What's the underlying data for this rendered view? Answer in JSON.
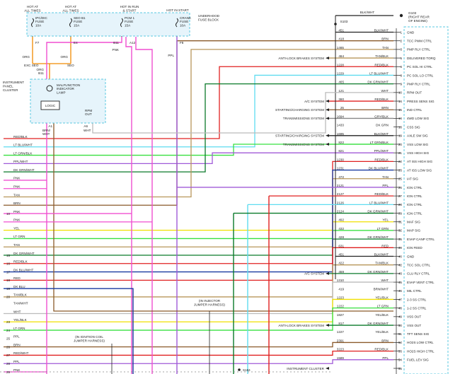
{
  "top_labels": {
    "hot1": "HOT AT\nALL TIMES",
    "hot2": "HOT AT\nALL TIMES",
    "hot3": "HOT IN RUN\n& START",
    "hot4": "HOT IN START",
    "fuse_block": "UNDERHOOD\nFUSE BLOCK",
    "fuse1": "IPC/DIC\nFUSE\n10A",
    "fuse2": "SEO B1\nFUSE\n15A",
    "fuse3": "PCM 1\nFUSE\n15A",
    "fuse4": "CRANK\nFUSE\n10A",
    "exc_seo": "EXC SEO",
    "seo": "SEO",
    "ground": "G103\n(RIGHT REAR\nOF ENGINE)",
    "s103": "S103",
    "blk_wht_top": "BLK/WHT"
  },
  "fuse_wires": {
    "f1": {
      "color": "ORG",
      "pin": "F7"
    },
    "f2": {
      "color": "ORG",
      "pin": "E4"
    },
    "f3a": {
      "color": "PNK",
      "pin": "B11"
    },
    "f3b": {
      "color": "PNK",
      "pin": "A12"
    },
    "f4": {
      "color": "PPL",
      "pin": "F8"
    },
    "org_b11": "ORG\nB11"
  },
  "cluster": {
    "title": "INSTRUMENT\nPANEL\nCLUSTER",
    "mil": "MALFUNCTION\nINDICATOR\nLAMP",
    "logic": "LOGIC",
    "rpm": "RPM\nOUT",
    "a1": "A1",
    "a6": "A6",
    "brn_wht": "BRN/\nWHT",
    "wht": "WHT"
  },
  "left_wires": [
    {
      "pin": "",
      "label": "RED/BLK"
    },
    {
      "pin": "",
      "label": "LT BLU/WHT"
    },
    {
      "pin": "",
      "label": "LT GRN/BLK"
    },
    {
      "pin": "",
      "label": "PPL/WHT"
    },
    {
      "pin": "",
      "label": "DK GRN/WHT"
    },
    {
      "pin": "",
      "label": "PNK"
    },
    {
      "pin": "",
      "label": "PNK"
    },
    {
      "pin": "",
      "label": "TAN"
    },
    {
      "pin": "",
      "label": "BRN"
    },
    {
      "pin": "10",
      "label": "PNK"
    },
    {
      "pin": "",
      "label": "PNK"
    },
    {
      "pin": "",
      "label": "YEL"
    },
    {
      "pin": "",
      "label": "LT GRN"
    },
    {
      "pin": "",
      "label": "TAN"
    },
    {
      "pin": "15",
      "label": "DK GRN/WHT"
    },
    {
      "pin": "16",
      "label": "RED/BLK"
    },
    {
      "pin": "17",
      "label": "DK BLU/WHT"
    },
    {
      "pin": "18",
      "label": "RED"
    },
    {
      "pin": "19",
      "label": "DK BLU"
    },
    {
      "pin": "20",
      "label": "TAN/BLK"
    },
    {
      "pin": "",
      "label": "TAN/WHT"
    },
    {
      "pin": "",
      "label": "WHT"
    },
    {
      "pin": "23",
      "label": "YEL/BLK"
    },
    {
      "pin": "24",
      "label": "LT GRN"
    },
    {
      "pin": "25",
      "label": "PPL"
    },
    {
      "pin": "26",
      "label": "BRN"
    },
    {
      "pin": "27",
      "label": "RED/WHT"
    },
    {
      "pin": "28",
      "label": "PPL"
    },
    {
      "pin": "29",
      "label": "PNK"
    }
  ],
  "right_rows": [
    {
      "circuit": "451",
      "color": "BLK/WHT",
      "pin": "1",
      "func": "GND"
    },
    {
      "circuit": "418",
      "color": "BRN",
      "pin": "2",
      "func": "TCC PWM CTRL"
    },
    {
      "circuit": "1465",
      "color": "TAN",
      "pin": "3",
      "func": "PMP RLY CTRL"
    },
    {
      "circuit": "464",
      "color": "TAN/BLK",
      "pin": "5",
      "func": "DELIVERED TORQ"
    },
    {
      "circuit": "1228",
      "color": "RED/BLK",
      "pin": "6",
      "func": "PC SOL HI CTRL"
    },
    {
      "circuit": "1229",
      "color": "LT BLU/WHT",
      "pin": "8",
      "func": "PC SOL LO CTRL"
    },
    {
      "circuit": "465",
      "color": "DK GRN/WHT",
      "pin": "9",
      "func": "PMP RLY CTRL"
    },
    {
      "circuit": "121",
      "color": "WHT",
      "pin": "10",
      "func": "RPM OUT"
    },
    {
      "circuit": "380",
      "color": "RED/BLK",
      "pin": "14",
      "func": "PRESS SENS SIG"
    },
    {
      "circuit": "25",
      "color": "BRN",
      "pin": "15",
      "func": "IND CTRL"
    },
    {
      "circuit": "1694",
      "color": "GRY/BLK",
      "pin": "16",
      "func": "4WD LOW SIG"
    },
    {
      "circuit": "1433",
      "color": "DK GRN",
      "pin": "18",
      "func": "CSS SIG"
    },
    {
      "circuit": "1695",
      "color": "BLK/WHT",
      "pin": "19",
      "func": "AXLE SW SIG"
    },
    {
      "circuit": "822",
      "color": "LT GRN/BLK",
      "pin": "20",
      "func": "VSS LOW SIG"
    },
    {
      "circuit": "821",
      "color": "PPL/WHT",
      "pin": "21",
      "func": "VSS HIGH SIG"
    },
    {
      "circuit": "1230",
      "color": "RED/BLK",
      "pin": "22",
      "func": "AT ISS HIGH SIG"
    },
    {
      "circuit": "1231",
      "color": "DK BLU/WHT",
      "pin": "23",
      "func": "AT ISS LOW SIG"
    },
    {
      "circuit": "472",
      "color": "TAN",
      "pin": "25",
      "func": "IAT SIG"
    },
    {
      "circuit": "2121",
      "color": "PPL",
      "pin": "26",
      "func": "IGN CTRL"
    },
    {
      "circuit": "2127",
      "color": "RED/BLK",
      "pin": "27",
      "func": "IGN CTRL"
    },
    {
      "circuit": "2126",
      "color": "LT BLU/WHT",
      "pin": "28",
      "func": "IGN CTRL"
    },
    {
      "circuit": "2124",
      "color": "DK GRN/WHT",
      "pin": "29",
      "func": "IGN CTRL"
    },
    {
      "circuit": "492",
      "color": "YEL",
      "pin": "31",
      "func": "MAF SIG"
    },
    {
      "circuit": "432",
      "color": "LT GRN",
      "pin": "32",
      "func": "MAP SIG"
    },
    {
      "circuit": "428",
      "color": "DK GRN/WHT",
      "pin": "35",
      "func": "EVAP CANP CTRL"
    },
    {
      "circuit": "631",
      "color": "RED",
      "pin": "39",
      "func": "IGN FEED"
    },
    {
      "circuit": "451",
      "color": "BLK/WHT",
      "pin": "40",
      "func": "GND"
    },
    {
      "circuit": "422",
      "color": "TAN/BLK",
      "pin": "42",
      "func": "TCC SOL CTRL"
    },
    {
      "circuit": "459",
      "color": "DK GRN/WHT",
      "pin": "43",
      "func": "CLU RLY CTRL"
    },
    {
      "circuit": "1310",
      "color": "WHT",
      "pin": "45",
      "func": "EVAP VENT CTRL"
    },
    {
      "circuit": "419",
      "color": "BRN/WHT",
      "pin": "46",
      "func": "MIL CTRL"
    },
    {
      "circuit": "1223",
      "color": "YEL/BLK",
      "pin": "47",
      "func": "2-3 SS CTRL"
    },
    {
      "circuit": "1222",
      "color": "LT GRN",
      "pin": "48",
      "func": "1-2 SS CTRL"
    },
    {
      "circuit": "1827",
      "color": "YEL/BLK",
      "pin": "49",
      "func": "VSS OUT"
    },
    {
      "circuit": "817",
      "color": "DK GRN/WHT",
      "pin": "50",
      "func": "VSS OUT"
    },
    {
      "circuit": "1227",
      "color": "YEL/BLK",
      "pin": "51",
      "func": "TFT SENS SIG"
    },
    {
      "circuit": "2391",
      "color": "BRN",
      "pin": "52",
      "func": "HO2S LOW CTRL"
    },
    {
      "circuit": "3223",
      "color": "RED/BLK",
      "pin": "53",
      "func": "HO2S HIGH CTRL"
    },
    {
      "circuit": "1589",
      "color": "PPL",
      "pin": "54",
      "func": "FUEL LEV SIG"
    },
    {
      "circuit": "",
      "color": "",
      "pin": "55",
      "func": ""
    }
  ],
  "system_labels": [
    {
      "label": "ANTI-LOCK BRAKES SYSTEM",
      "row": "464"
    },
    {
      "label": "A/C SYSTEM",
      "row": "380"
    },
    {
      "label": "STARTING/CHARGING SYSTEM",
      "row": "25"
    },
    {
      "label": "TRANSMISSIONS SYSTEM",
      "row": "1694"
    },
    {
      "label": "STARTING/CHARGING SYSTEM",
      "row": "1695"
    },
    {
      "label": "TRANSMISSIONS SYSTEM",
      "row": "822"
    },
    {
      "label": "A/C SYSTEM",
      "row": "459"
    },
    {
      "label": "ANTI-LOCK BRAKES SYSTEM",
      "row": "817"
    },
    {
      "label": "INSTRUMENT CLUSTER",
      "row": "pin55"
    }
  ],
  "harness_labels": {
    "injector": "(IN INJECTOR\nJUMPER HARNESS)",
    "coil": "(IN IGNITION COIL\nJUMPER HARNESS)",
    "s184": "S184"
  }
}
